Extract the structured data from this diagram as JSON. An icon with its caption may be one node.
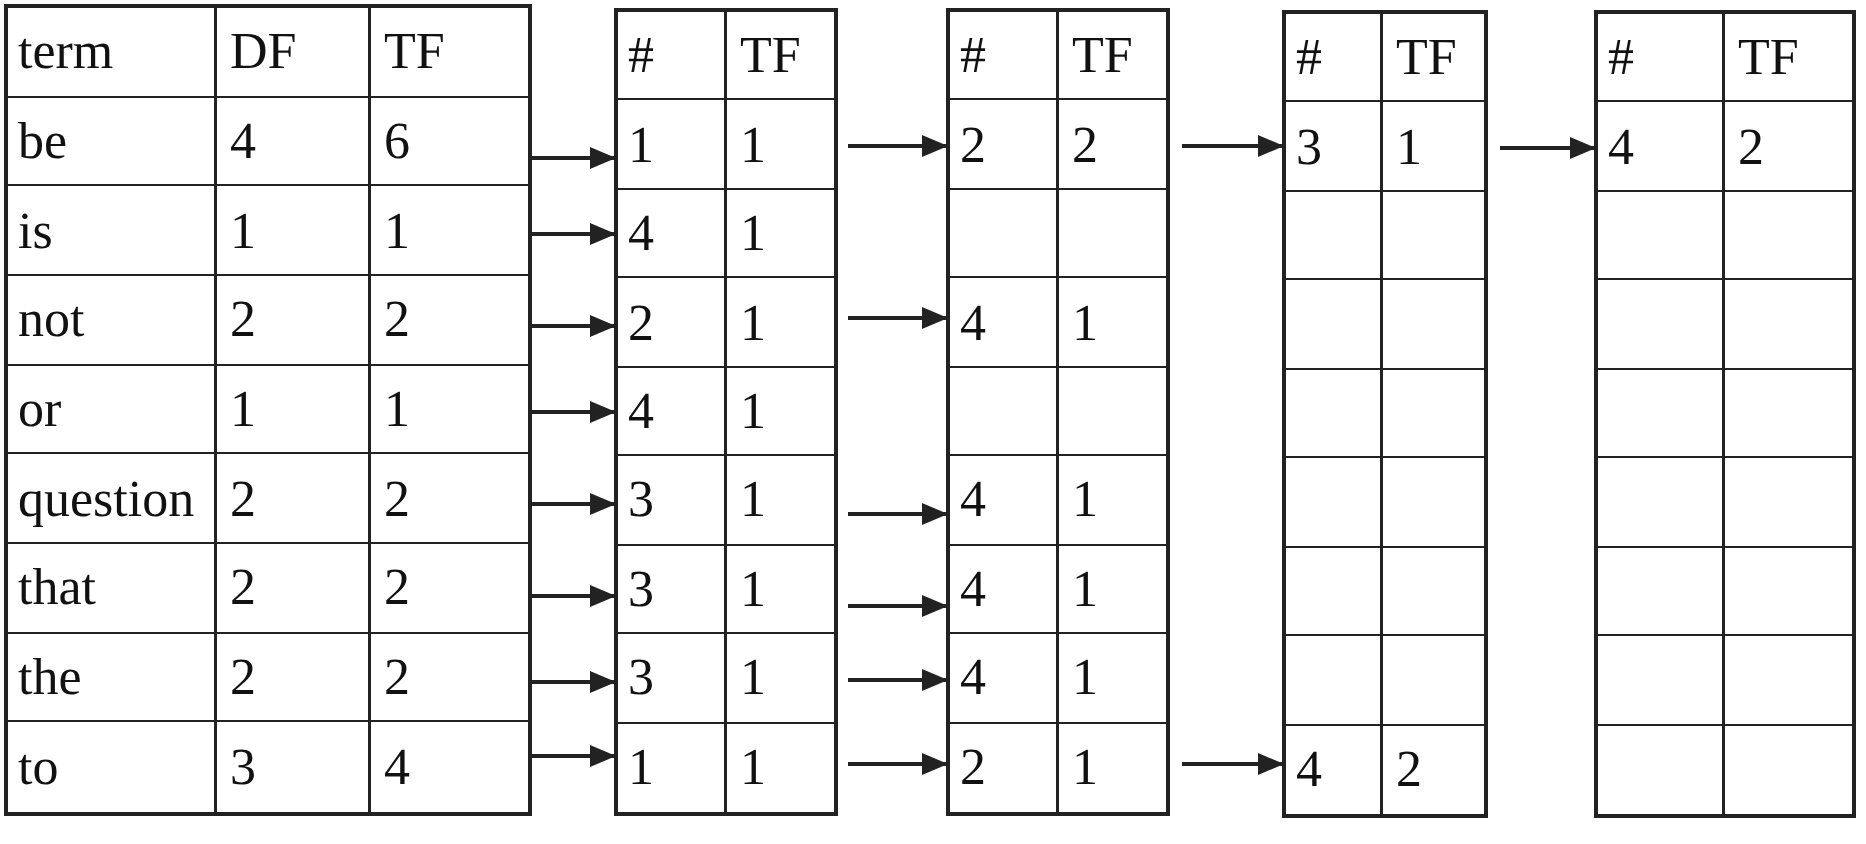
{
  "diagram": {
    "nodes": [
      {
        "text": [],
        "shape": "table"
      },
      {
        "text": [
          "term",
          "DF",
          "TF"
        ],
        "in": 0
      },
      {
        "text": [
          "be",
          "4",
          "6"
        ],
        "in": 0
      },
      {
        "text": [
          "is",
          "1",
          "1"
        ],
        "in": 0
      },
      {
        "text": [
          "not",
          "2",
          "2"
        ],
        "in": 0
      },
      {
        "text": [
          "or",
          "1",
          "1"
        ],
        "in": 0
      },
      {
        "text": [
          "question",
          "2",
          "2"
        ],
        "in": 0
      },
      {
        "text": [
          "that",
          "2",
          "2"
        ],
        "in": 0
      },
      {
        "text": [
          "the",
          "2",
          "2"
        ],
        "in": 0
      },
      {
        "text": [
          "to",
          "3",
          "4"
        ],
        "in": 0
      },
      {
        "text": [],
        "shape": "table"
      },
      {
        "text": [
          "#",
          "TF"
        ],
        "in": 10
      },
      {
        "text": [
          "1",
          "1"
        ],
        "in": 10
      },
      {
        "text": [
          "4",
          "1"
        ],
        "in": 10
      },
      {
        "text": [
          "2",
          "1"
        ],
        "in": 10
      },
      {
        "text": [
          "4",
          "1"
        ],
        "in": 10
      },
      {
        "text": [
          "3",
          "1"
        ],
        "in": 10
      },
      {
        "text": [
          "3",
          "1"
        ],
        "in": 10
      },
      {
        "text": [
          "3",
          "1"
        ],
        "in": 10
      },
      {
        "text": [
          "1",
          "1"
        ],
        "in": 10
      },
      {
        "text": [],
        "shape": "table"
      },
      {
        "text": [
          "#",
          "TF"
        ],
        "in": 20
      },
      {
        "text": [
          "2",
          "2"
        ],
        "in": 20
      },
      {
        "text": [],
        "shape": "box",
        "in": 20
      },
      {
        "text": [
          "4",
          "1"
        ],
        "in": 20
      },
      {
        "text": [],
        "shape": "box",
        "in": 20
      },
      {
        "text": [
          "4",
          "1"
        ],
        "in": 20
      },
      {
        "text": [
          "4",
          "1"
        ],
        "in": 20
      },
      {
        "text": [
          "4",
          "1"
        ],
        "in": 20
      },
      {
        "text": [
          "2",
          "1"
        ],
        "in": 20
      },
      {
        "text": [],
        "shape": "table"
      },
      {
        "text": [
          "#",
          "TF"
        ],
        "in": 30
      },
      {
        "text": [
          "3",
          "1"
        ],
        "in": 30
      },
      {
        "text": [],
        "shape": "box",
        "in": 30
      },
      {
        "text": [],
        "shape": "box",
        "in": 30
      },
      {
        "text": [],
        "shape": "box",
        "in": 30
      },
      {
        "text": [],
        "shape": "box",
        "in": 30
      },
      {
        "text": [],
        "shape": "box",
        "in": 30
      },
      {
        "text": [],
        "shape": "box",
        "in": 30
      },
      {
        "text": [
          "4",
          "2"
        ],
        "in": 30
      },
      {
        "text": [],
        "shape": "table"
      },
      {
        "text": [
          "#",
          "TF"
        ],
        "in": 40
      },
      {
        "text": [
          "4",
          "2"
        ],
        "in": 40
      },
      {
        "text": [],
        "shape": "box",
        "in": 40
      },
      {
        "text": [],
        "shape": "box",
        "in": 40
      },
      {
        "text": [],
        "shape": "box",
        "in": 40
      },
      {
        "text": [],
        "shape": "box",
        "in": 40
      },
      {
        "text": [],
        "shape": "box",
        "in": 40
      },
      {
        "text": [],
        "shape": "box",
        "in": 40
      },
      {
        "text": [],
        "shape": "box",
        "in": 40
      }
    ],
    "edges": [
      {
        "from": 2,
        "to": 12,
        "arrow": "to"
      },
      {
        "from": 3,
        "to": 13,
        "arrow": "to"
      },
      {
        "from": 4,
        "to": 14,
        "arrow": "to"
      },
      {
        "from": 5,
        "to": 15,
        "arrow": "to"
      },
      {
        "from": 6,
        "to": 16,
        "arrow": "to"
      },
      {
        "from": 7,
        "to": 17,
        "arrow": "to"
      },
      {
        "from": 8,
        "to": 18,
        "arrow": "to"
      },
      {
        "from": 9,
        "to": 19,
        "arrow": "to"
      },
      {
        "from": 12,
        "to": 22,
        "arrow": "to"
      },
      {
        "from": 14,
        "to": 24,
        "arrow": "to"
      },
      {
        "from": 16,
        "to": 26,
        "arrow": "to"
      },
      {
        "from": 17,
        "to": 27,
        "arrow": "to"
      },
      {
        "from": 18,
        "to": 28,
        "arrow": "to"
      },
      {
        "from": 19,
        "to": 29,
        "arrow": "to"
      },
      {
        "from": 22,
        "to": 32,
        "arrow": "to"
      },
      {
        "from": 29,
        "to": 39,
        "arrow": "to"
      },
      {
        "from": 32,
        "to": 42,
        "arrow": "to"
      }
    ]
  }
}
